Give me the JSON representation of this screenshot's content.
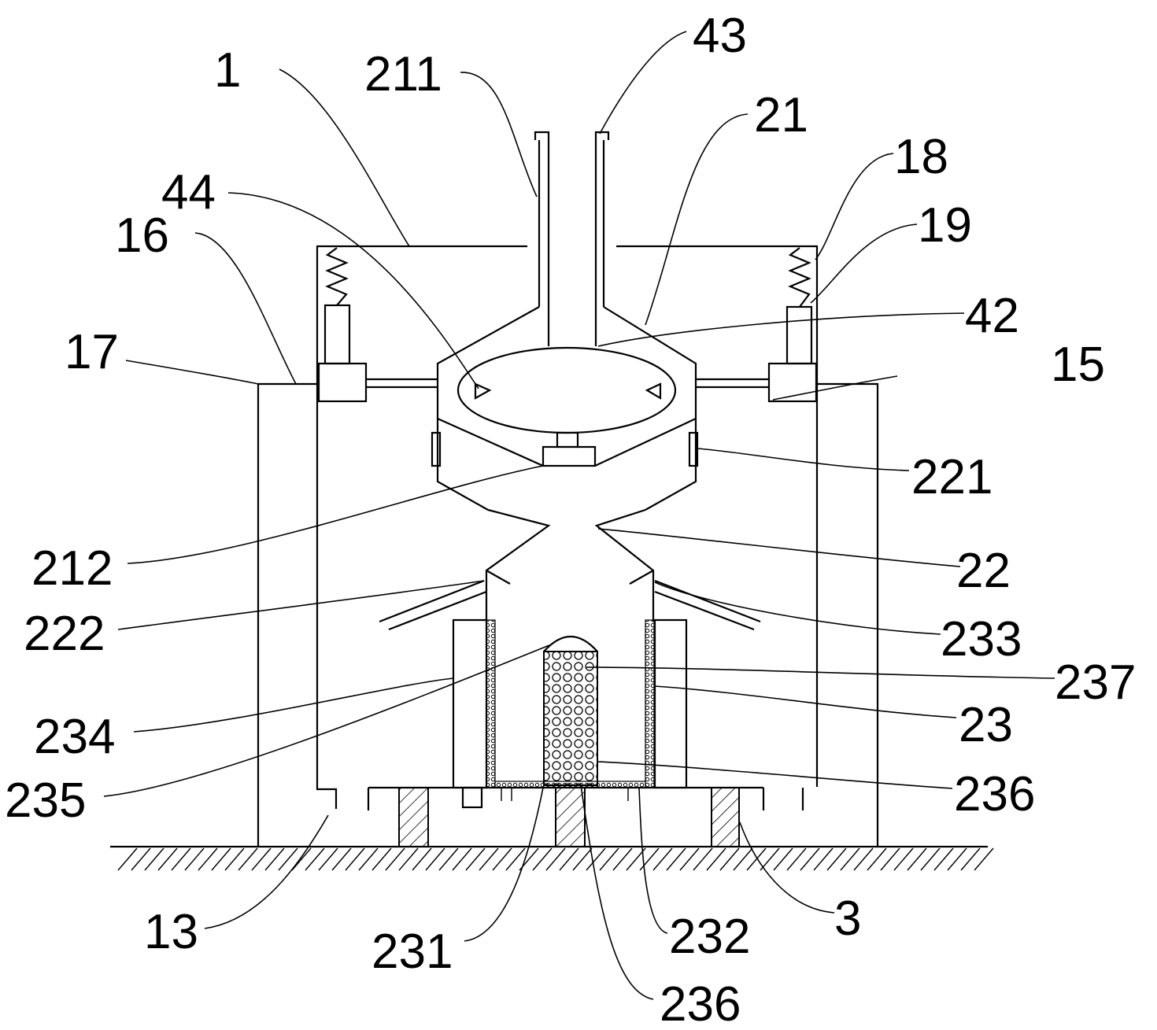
{
  "labels": {
    "l1": "1",
    "l211": "211",
    "l43": "43",
    "l21": "21",
    "l18": "18",
    "l44": "44",
    "l16": "16",
    "l19": "19",
    "l42": "42",
    "l17": "17",
    "l15": "15",
    "l221": "221",
    "l212": "212",
    "l22": "22",
    "l222": "222",
    "l233": "233",
    "l237": "237",
    "l234": "234",
    "l23": "23",
    "l235": "235",
    "l236a": "236",
    "l13": "13",
    "l231": "231",
    "l232": "232",
    "l3": "3",
    "l236b": "236"
  }
}
